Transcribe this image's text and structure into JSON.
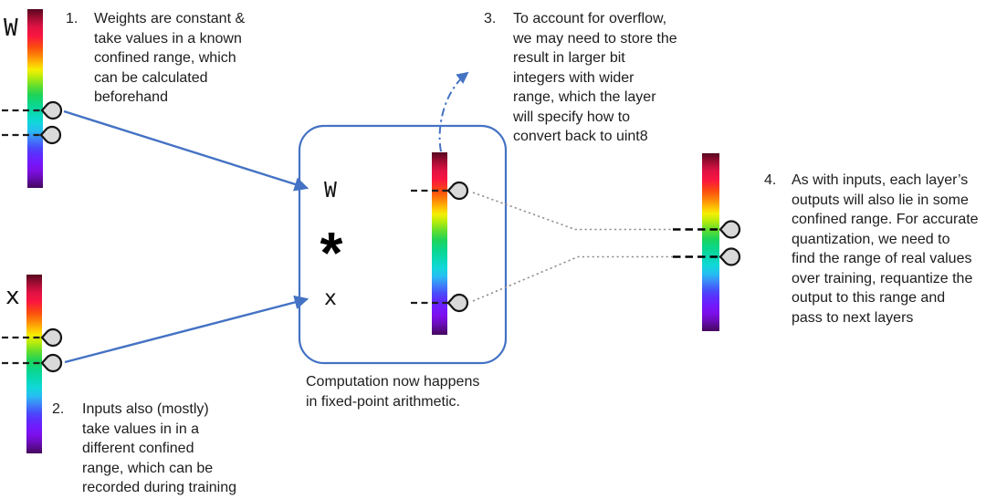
{
  "colors": {
    "accent_blue": "#4472C4",
    "text": "#1d1d1d",
    "pin_fill": "#d9d9d9",
    "pin_stroke": "#151515",
    "dotted_gray": "#8f8f8f",
    "background": "#ffffff",
    "rainbow_stops": [
      "#56071f 0%",
      "#a20d33 5%",
      "#e01244 10%",
      "#fa1540 15%",
      "#fb4a10 21%",
      "#fd8508 26%",
      "#fec904 31%",
      "#f4ef02 34%",
      "#b7ec0c 38%",
      "#62dd2e 43%",
      "#1ed458 48%",
      "#0bd689 53%",
      "#09d8b0 58%",
      "#10d8d8 63%",
      "#27bdf2 68%",
      "#3c8af8 72%",
      "#474ffa 77%",
      "#5c2efc 81%",
      "#7418fb 86%",
      "#7c0fe8 90%",
      "#6a0cba 94%",
      "#45085c 100%"
    ]
  },
  "bars": {
    "weights_label": "W",
    "inputs_label": "x"
  },
  "box": {
    "w_label": "W",
    "multiply_symbol": "*",
    "x_label": "x",
    "caption": "Computation now happens\nin fixed-point arithmetic."
  },
  "notes": [
    {
      "number": "1.",
      "text": "Weights are constant &\ntake values in a known\nconfined range, which\ncan be calculated\nbeforehand"
    },
    {
      "number": "2.",
      "text": "Inputs also (mostly)\ntake values in in a\ndifferent confined\nrange, which can be\nrecorded during training"
    },
    {
      "number": "3.",
      "text": "To account for overflow,\nwe may need to store the\nresult in larger bit\nintegers with wider\nrange, which the layer\nwill specify how to\nconvert back to uint8"
    },
    {
      "number": "4.",
      "text": "As with inputs, each layer’s\noutputs will also lie in some\nconfined range. For accurate\nquantization, we need to\nfind the range of real values\nover training, requantize the\noutput to this range and\npass to next layers"
    }
  ]
}
